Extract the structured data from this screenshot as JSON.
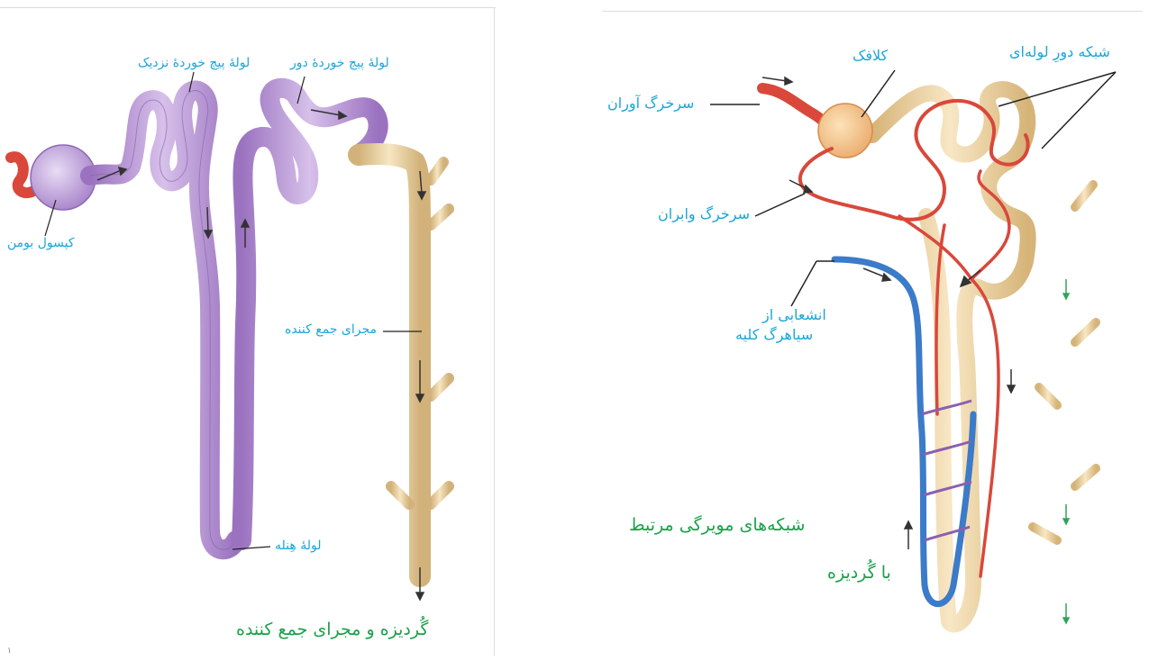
{
  "left": {
    "labels": {
      "proximal_tubule": "لولهٔ پیچ خوردهٔ نزدیک",
      "distal_tubule": "لولهٔ پیچ خوردهٔ دور",
      "bowman_capsule": "کپسول بومن",
      "collecting_duct": "مجرای جمع کننده",
      "loop_of_henle": "لولهٔ هِنله",
      "caption": "گُردیزه و مجرای جمع کننده"
    },
    "page_mark": "۱"
  },
  "right": {
    "labels": {
      "glomerulus": "کلافک",
      "peritubular_network": "شبکه دورِ لوله‌ای",
      "afferent_arteriole": "سرخرگ آوران",
      "efferent_arteriole": "سرخرگ وابران",
      "renal_vein_branch_line1": "انشعابی از",
      "renal_vein_branch_line2": "سیاهرگ کلیه",
      "capillary_network_line1": "شبکه‌های مویرگی مرتبط",
      "capillary_network_line2": "با گُردیزه"
    }
  },
  "colors": {
    "label_blue": "#1aa6d9",
    "caption_green": "#1aa14a",
    "nephron_purple": "#b48fd0",
    "duct_tan": "#ecd6a8",
    "artery_red": "#d9483b",
    "vein_blue": "#3b7bc9"
  }
}
